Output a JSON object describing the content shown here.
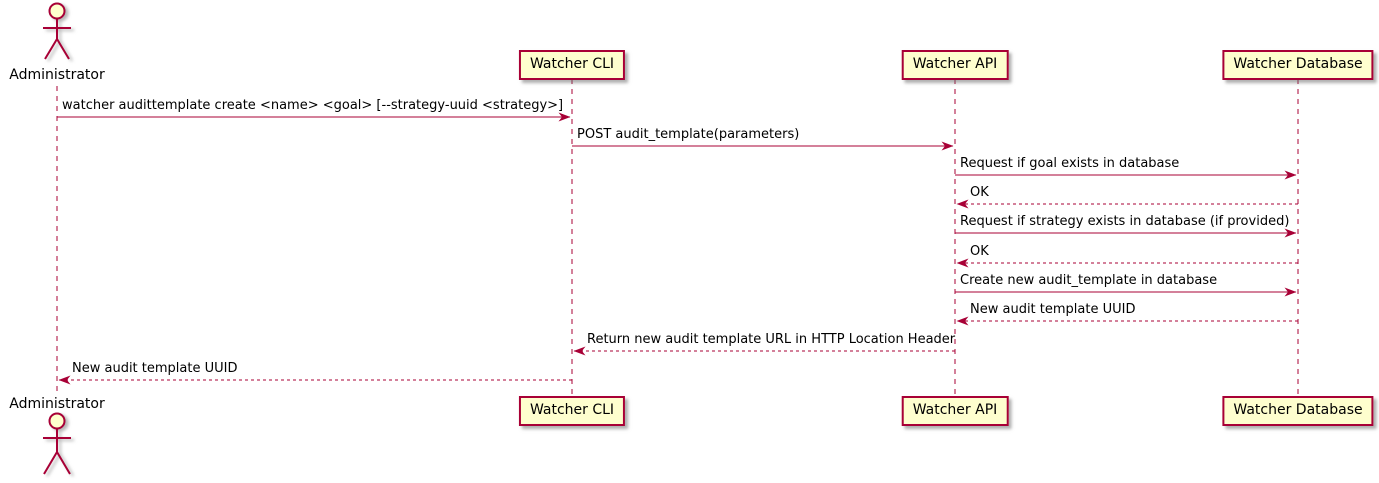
{
  "colors": {
    "accent": "#A80036",
    "participant_fill": "#FEFECE",
    "text": "#000000",
    "background": "#FFFFFF"
  },
  "actor": {
    "id": "admin",
    "label": "Administrator"
  },
  "participants": [
    {
      "id": "cli",
      "label": "Watcher CLI"
    },
    {
      "id": "api",
      "label": "Watcher API"
    },
    {
      "id": "db",
      "label": "Watcher Database"
    }
  ],
  "messages": [
    {
      "from": "admin",
      "to": "cli",
      "style": "solid",
      "label": "watcher audittemplate create <name> <goal> [--strategy-uuid <strategy>]"
    },
    {
      "from": "cli",
      "to": "api",
      "style": "solid",
      "label": "POST audit_template(parameters)"
    },
    {
      "from": "api",
      "to": "db",
      "style": "solid",
      "label": "Request if goal exists in database"
    },
    {
      "from": "db",
      "to": "api",
      "style": "dotted",
      "label": "OK"
    },
    {
      "from": "api",
      "to": "db",
      "style": "solid",
      "label": "Request if strategy exists in database (if provided)"
    },
    {
      "from": "db",
      "to": "api",
      "style": "dotted",
      "label": "OK"
    },
    {
      "from": "api",
      "to": "db",
      "style": "solid",
      "label": "Create new audit_template in database"
    },
    {
      "from": "db",
      "to": "api",
      "style": "dotted",
      "label": "New audit template UUID"
    },
    {
      "from": "api",
      "to": "cli",
      "style": "dotted",
      "label": "Return new audit template URL in HTTP Location Header"
    },
    {
      "from": "cli",
      "to": "admin",
      "style": "dotted",
      "label": "New audit template UUID"
    }
  ]
}
